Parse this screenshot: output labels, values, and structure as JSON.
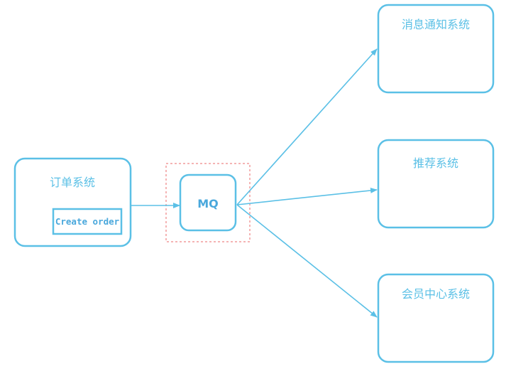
{
  "colors": {
    "line": "#5bc0e6",
    "mq_border": "#f29b9b"
  },
  "nodes": {
    "order_system": {
      "title": "订单系统",
      "inner_label": "Create order"
    },
    "mq": {
      "label": "MQ"
    },
    "notify_system": {
      "title": "消息通知系统"
    },
    "recommend_system": {
      "title": "推荐系统"
    },
    "member_system": {
      "title": "会员中心系统"
    }
  }
}
